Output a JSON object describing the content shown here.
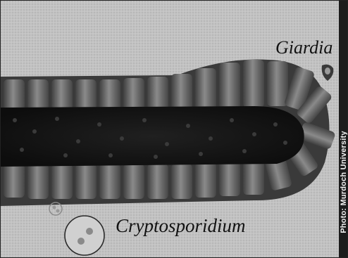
{
  "labels": {
    "giardia": "Giardia",
    "cryptosporidium": "Cryptosporidium"
  },
  "credit": "Photo: Murdoch University",
  "colors": {
    "background": "#bdbdbd",
    "lumen": "#151515",
    "cell": "#6e6e6e",
    "credit_strip": "#1c1c1c"
  }
}
